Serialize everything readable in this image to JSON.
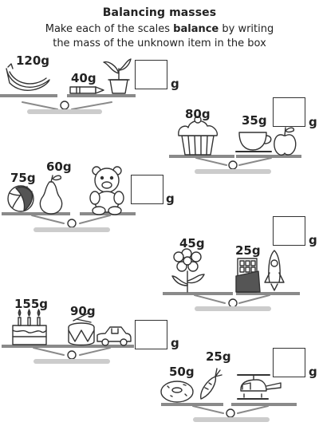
{
  "header": {
    "title": "Balancing masses",
    "line1_before": "Make each of the scales ",
    "line1_bold": "balance",
    "line1_after": " by writing",
    "line2": "the mass of the unknown item in the box"
  },
  "unit": "g",
  "scales": [
    {
      "id": "1",
      "items": [
        {
          "name": "banana",
          "mass": "120g"
        },
        {
          "name": "pencil",
          "mass": "40g"
        },
        {
          "name": "potted plant",
          "mass": ""
        }
      ]
    },
    {
      "id": "2",
      "items": [
        {
          "name": "cupcake",
          "mass": "80g"
        },
        {
          "name": "teacup",
          "mass": "35g"
        },
        {
          "name": "apple",
          "mass": ""
        }
      ]
    },
    {
      "id": "3",
      "items": [
        {
          "name": "ball",
          "mass": "75g"
        },
        {
          "name": "pear",
          "mass": "60g"
        },
        {
          "name": "teddy bear",
          "mass": ""
        }
      ]
    },
    {
      "id": "4",
      "items": [
        {
          "name": "flower",
          "mass": "45g"
        },
        {
          "name": "chocolate bar",
          "mass": "25g"
        },
        {
          "name": "rocket",
          "mass": ""
        }
      ]
    },
    {
      "id": "5",
      "items": [
        {
          "name": "birthday cake",
          "mass": "155g"
        },
        {
          "name": "drum",
          "mass": "90g"
        },
        {
          "name": "toy car",
          "mass": ""
        }
      ]
    },
    {
      "id": "6",
      "items": [
        {
          "name": "donut",
          "mass": "50g"
        },
        {
          "name": "carrot",
          "mass": "25g"
        },
        {
          "name": "helicopter",
          "mass": ""
        }
      ]
    }
  ],
  "colors": {
    "ink": "#222222",
    "scale_base": "#cccccc",
    "pan": "#8a8a8a"
  }
}
